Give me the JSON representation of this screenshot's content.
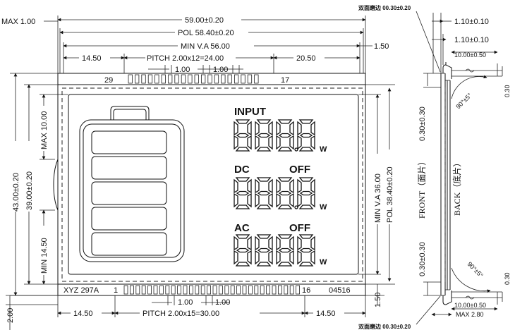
{
  "dimensions": {
    "max_top": "MAX  1.00",
    "overall_width": "59.00±0.20",
    "pol_width": "POL  58.40±0.20",
    "min_va_width": "MIN  V.A  56.00",
    "right_top_gap": "1.50",
    "top_left_offset": "14.50",
    "top_pitch": "PITCH  2.00x12=24.00",
    "top_right_offset": "20.50",
    "pin_spacing_top_a": "1.00",
    "pin_spacing_top_b": "1.00",
    "pin_spacing_bottom": "1.00",
    "overall_height": "43.00±0.20",
    "inner_height": "39.00±0.20",
    "max_left": "MAX  10.00",
    "min_left": "MIN  14.50",
    "bottom_left_gap": "2.00",
    "min_va_height": "MIN  V.A  36.00",
    "pol_height": "POL  38.40±0.20",
    "bottom_right_gap": "1.50",
    "bottom_left_offset": "14.50",
    "bottom_pitch": "PITCH  2.00x15=30.00",
    "bottom_right_offset": "14.50"
  },
  "pins": {
    "top_left": "29",
    "top_right": "17",
    "bottom_left": "1",
    "bottom_right": "16"
  },
  "part": {
    "model": "XYZ  297A",
    "code": "04516"
  },
  "display": {
    "row1_label": "INPUT",
    "row2_label": "DC",
    "row2_status": "OFF",
    "row3_label": "AC",
    "row3_status": "OFF",
    "unit": "W"
  },
  "side_view": {
    "edge_note_top": "双面磨边 00.30±0.20",
    "edge_note_bottom": "双面磨边 00.30±0.20",
    "thickness_1": "1.10±0.10",
    "thickness_2": "1.10±0.10",
    "glass_top": "10.00±0.50",
    "glass_bottom": "10.00±0.50",
    "angle_top": "90°±5°",
    "angle_bottom": "90°±5°",
    "front_label": "FRONT（面片）",
    "back_label": "BACK（底片）",
    "front_gap_top": "0.30±0.30",
    "front_gap_bottom": "0.30±0.30",
    "right_gap_top": "0.30",
    "right_gap_bottom": "0.30",
    "max_thickness": "MAX  2.80"
  }
}
